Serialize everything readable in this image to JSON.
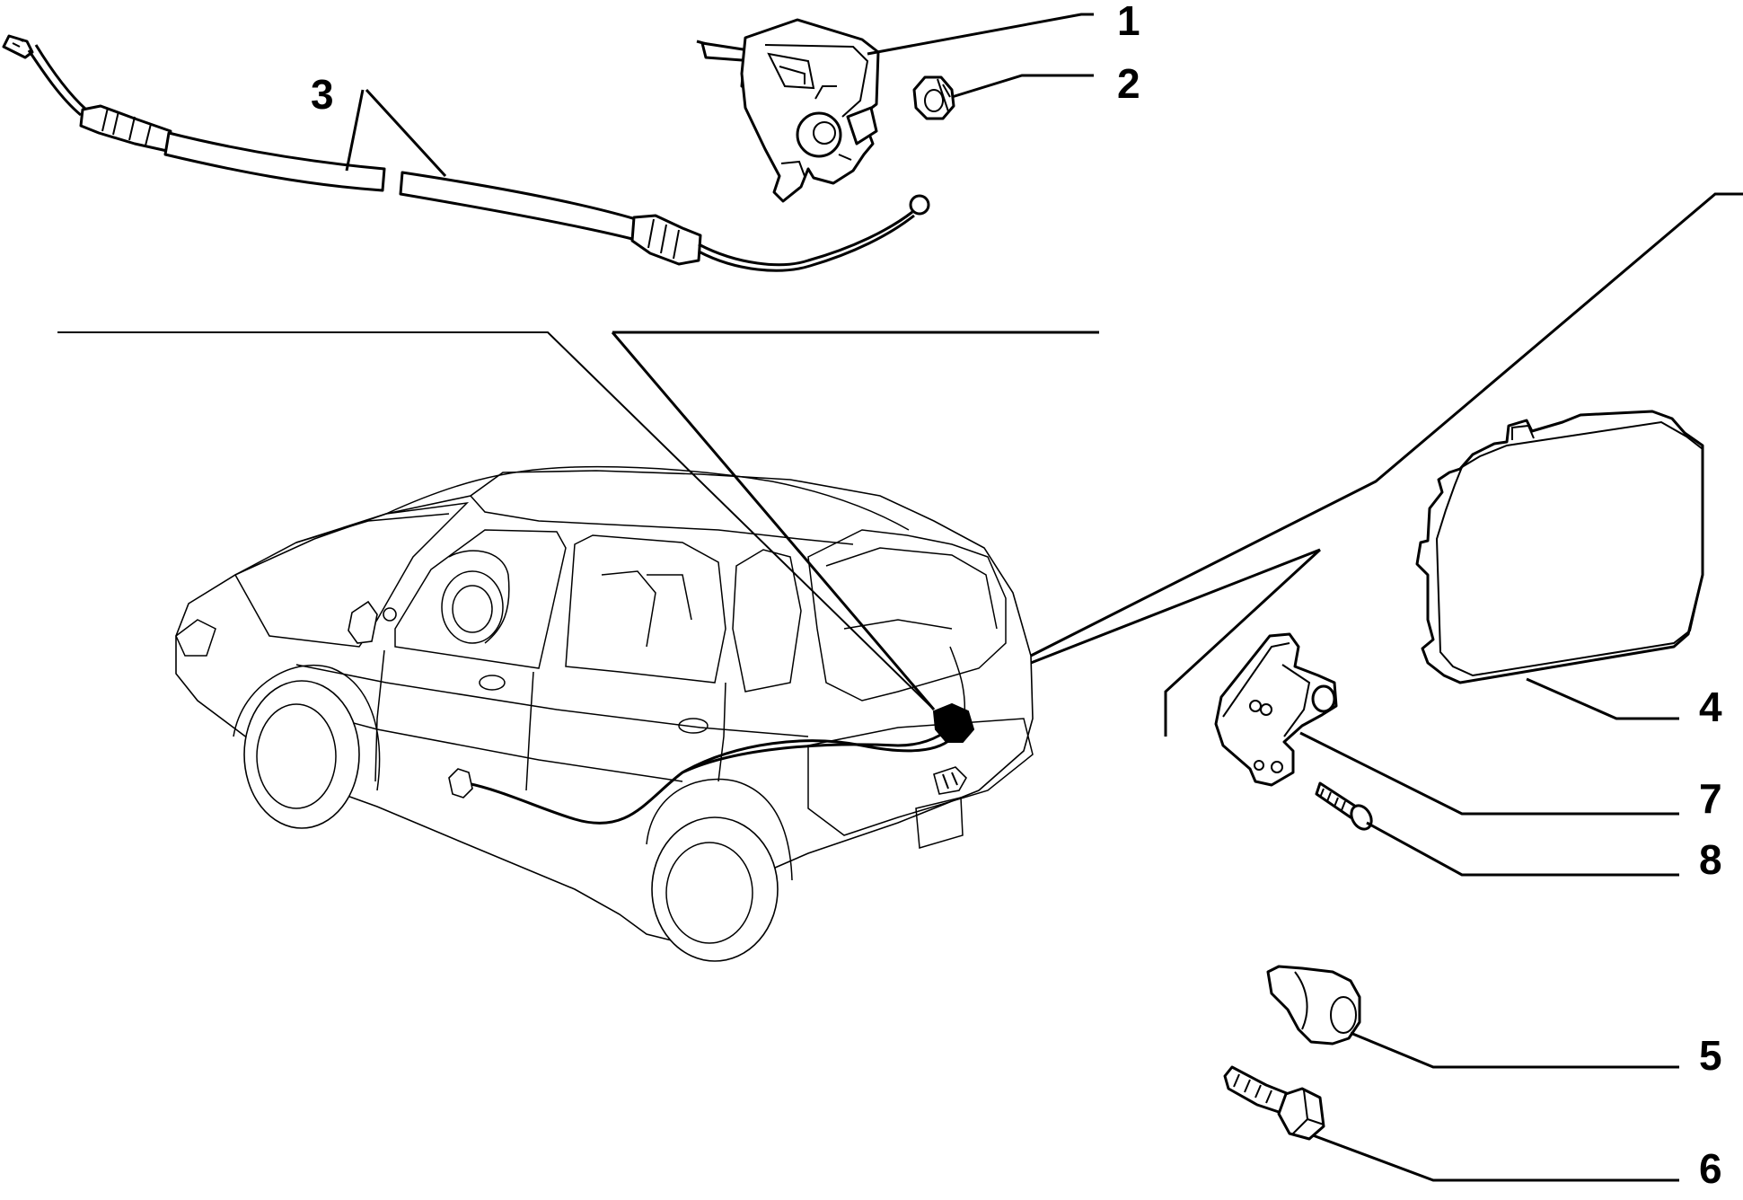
{
  "diagram": {
    "callouts": [
      {
        "id": "1",
        "label": "1",
        "part": "tailgate-lock"
      },
      {
        "id": "2",
        "label": "2",
        "part": "nut"
      },
      {
        "id": "3",
        "label": "3",
        "part": "release-cable"
      },
      {
        "id": "4",
        "label": "4",
        "part": "fuel-filler-flap"
      },
      {
        "id": "5",
        "label": "5",
        "part": "rubber-buffer"
      },
      {
        "id": "6",
        "label": "6",
        "part": "bolt"
      },
      {
        "id": "7",
        "label": "7",
        "part": "flap-hinge-bracket"
      },
      {
        "id": "8",
        "label": "8",
        "part": "screw"
      }
    ],
    "colors": {
      "line": "#000000",
      "background": "#ffffff"
    }
  }
}
